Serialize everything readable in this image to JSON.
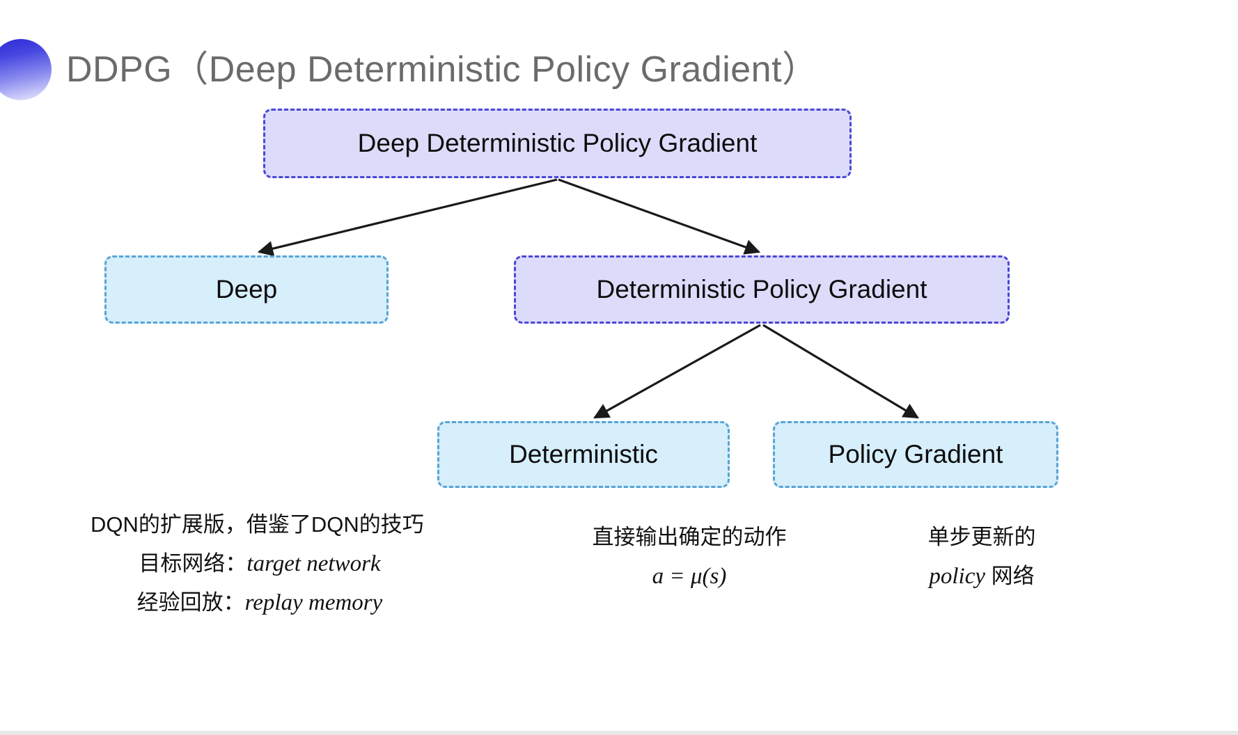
{
  "slide": {
    "title": "DDPG（Deep Deterministic Policy Gradient）",
    "bullet_icon": "gradient-circle-bullet",
    "title_color": "#6b6b6b",
    "background": "#ffffff"
  },
  "colors": {
    "purple_fill": "#dcdcfa",
    "purple_border": "#4a46d6",
    "cyan_fill": "#d7eefb",
    "cyan_border": "#56a4d6",
    "arrow": "#1a1a1a",
    "text": "#0d0d0d"
  },
  "diagram": {
    "type": "tree",
    "nodes": [
      {
        "id": "root",
        "label": "Deep Deterministic Policy Gradient",
        "style": "purple",
        "level": 1
      },
      {
        "id": "deep",
        "label": "Deep",
        "style": "cyan",
        "level": 2
      },
      {
        "id": "dpg",
        "label": "Deterministic Policy Gradient",
        "style": "purple",
        "level": 2
      },
      {
        "id": "det",
        "label": "Deterministic",
        "style": "cyan",
        "level": 3
      },
      {
        "id": "pg",
        "label": "Policy Gradient",
        "style": "cyan",
        "level": 3
      }
    ],
    "edges": [
      {
        "from": "root",
        "to": "deep"
      },
      {
        "from": "root",
        "to": "dpg"
      },
      {
        "from": "dpg",
        "to": "det"
      },
      {
        "from": "dpg",
        "to": "pg"
      }
    ]
  },
  "notes": {
    "deep": {
      "line1": "DQN的扩展版，借鉴了DQN的技巧",
      "line2_label": "目标网络：",
      "line2_term": "target network",
      "line3_label": "经验回放：",
      "line3_term": "replay memory"
    },
    "deterministic": {
      "line1": "直接输出确定的动作",
      "formula": "a = μ(s)"
    },
    "policy_gradient": {
      "line1": "单步更新的",
      "line2_term": "policy",
      "line2_suffix": " 网络"
    }
  }
}
